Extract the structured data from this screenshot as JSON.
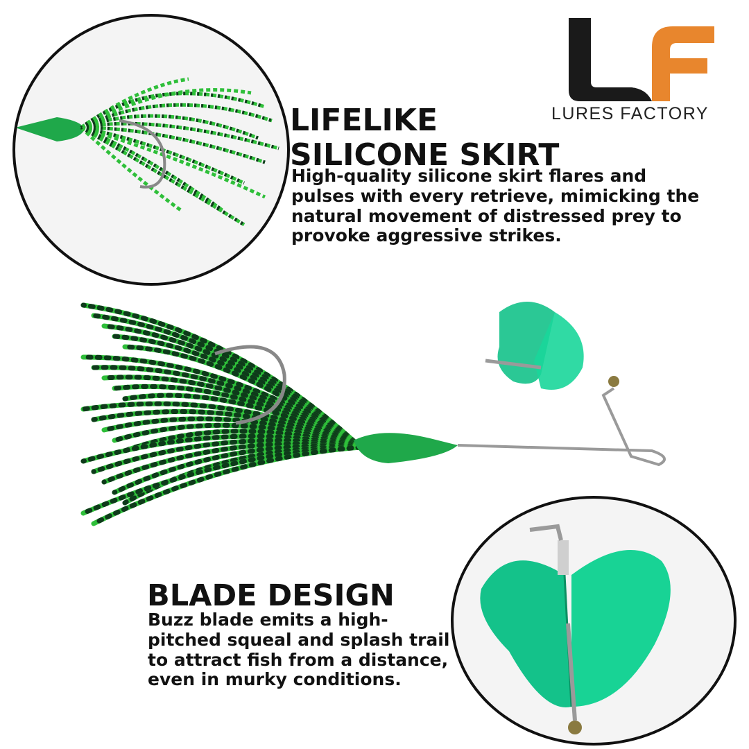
{
  "brand": {
    "logo_letters": "LF",
    "name": "LURES FACTORY",
    "colors": {
      "dark": "#1a1a1a",
      "orange": "#e8862d"
    }
  },
  "skirt_section": {
    "heading_line1": "LIFELIKE",
    "heading_line2": "SILICONE SKIRT",
    "description": "High-quality silicone skirt flares and pulses with every retrieve, mimicking the natural movement of distressed prey to provoke aggressive strikes."
  },
  "blade_section": {
    "heading": "BLADE DESIGN",
    "description": "Buzz blade emits a high-pitched squeal and splash trail to attract fish from a distance, even in murky conditions."
  },
  "colors": {
    "skirt_green": "#2fbf3a",
    "skirt_dark": "#0e3a1a",
    "blade_green": "#14c28a",
    "head_green": "#1fa84a",
    "wire": "#9a9a9a"
  }
}
